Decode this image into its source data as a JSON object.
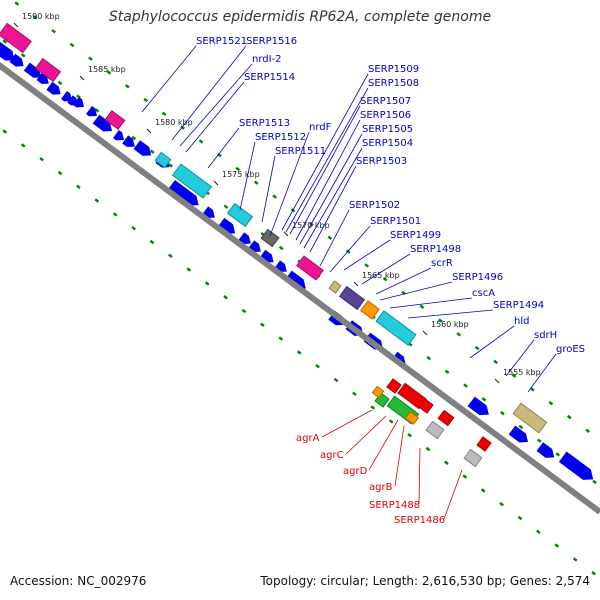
{
  "title": "Staphylococcus epidermidis RP62A, complete genome",
  "footer": {
    "accession": "Accession: NC_002976",
    "summary": "Topology: circular; Length: 2,616,530 bp; Genes: 2,574"
  },
  "colors": {
    "backbone": "#808080",
    "forward_gene_label": "#0000cc",
    "reverse_gene_label": "#dd0000",
    "cds_arrow": "#0000ee",
    "tick": "#008800",
    "magenta": "#ee1493",
    "cyan": "#22ccdd",
    "gray": "#666666",
    "tan": "#c8b97a",
    "purple": "#554499",
    "orange": "#ff9900",
    "red": "#ee0000",
    "green": "#22bb33",
    "lightgray": "#bbbbbb"
  },
  "scale_marks": [
    "1590 kbp",
    "1585 kbp",
    "1580 kbp",
    "1575 kbp",
    "1570 kbp",
    "1565 kbp",
    "1560 kbp",
    "1555 kbp"
  ],
  "upper_labels": [
    "SERP1521",
    "SERP1516",
    "nrdI-2",
    "SERP1514",
    "SERP1513",
    "SERP1512",
    "SERP1511",
    "nrdF",
    "SERP1509",
    "SERP1508",
    "SERP1507",
    "SERP1506",
    "SERP1505",
    "SERP1504",
    "SERP1503",
    "SERP1502",
    "SERP1501",
    "SERP1499",
    "SERP1498",
    "scrR",
    "SERP1496",
    "cscA",
    "SERP1494",
    "hld",
    "sdrH",
    "groES"
  ],
  "lower_labels": [
    "agrA",
    "agrC",
    "agrD",
    "agrB",
    "SERP1488",
    "SERP1486"
  ]
}
